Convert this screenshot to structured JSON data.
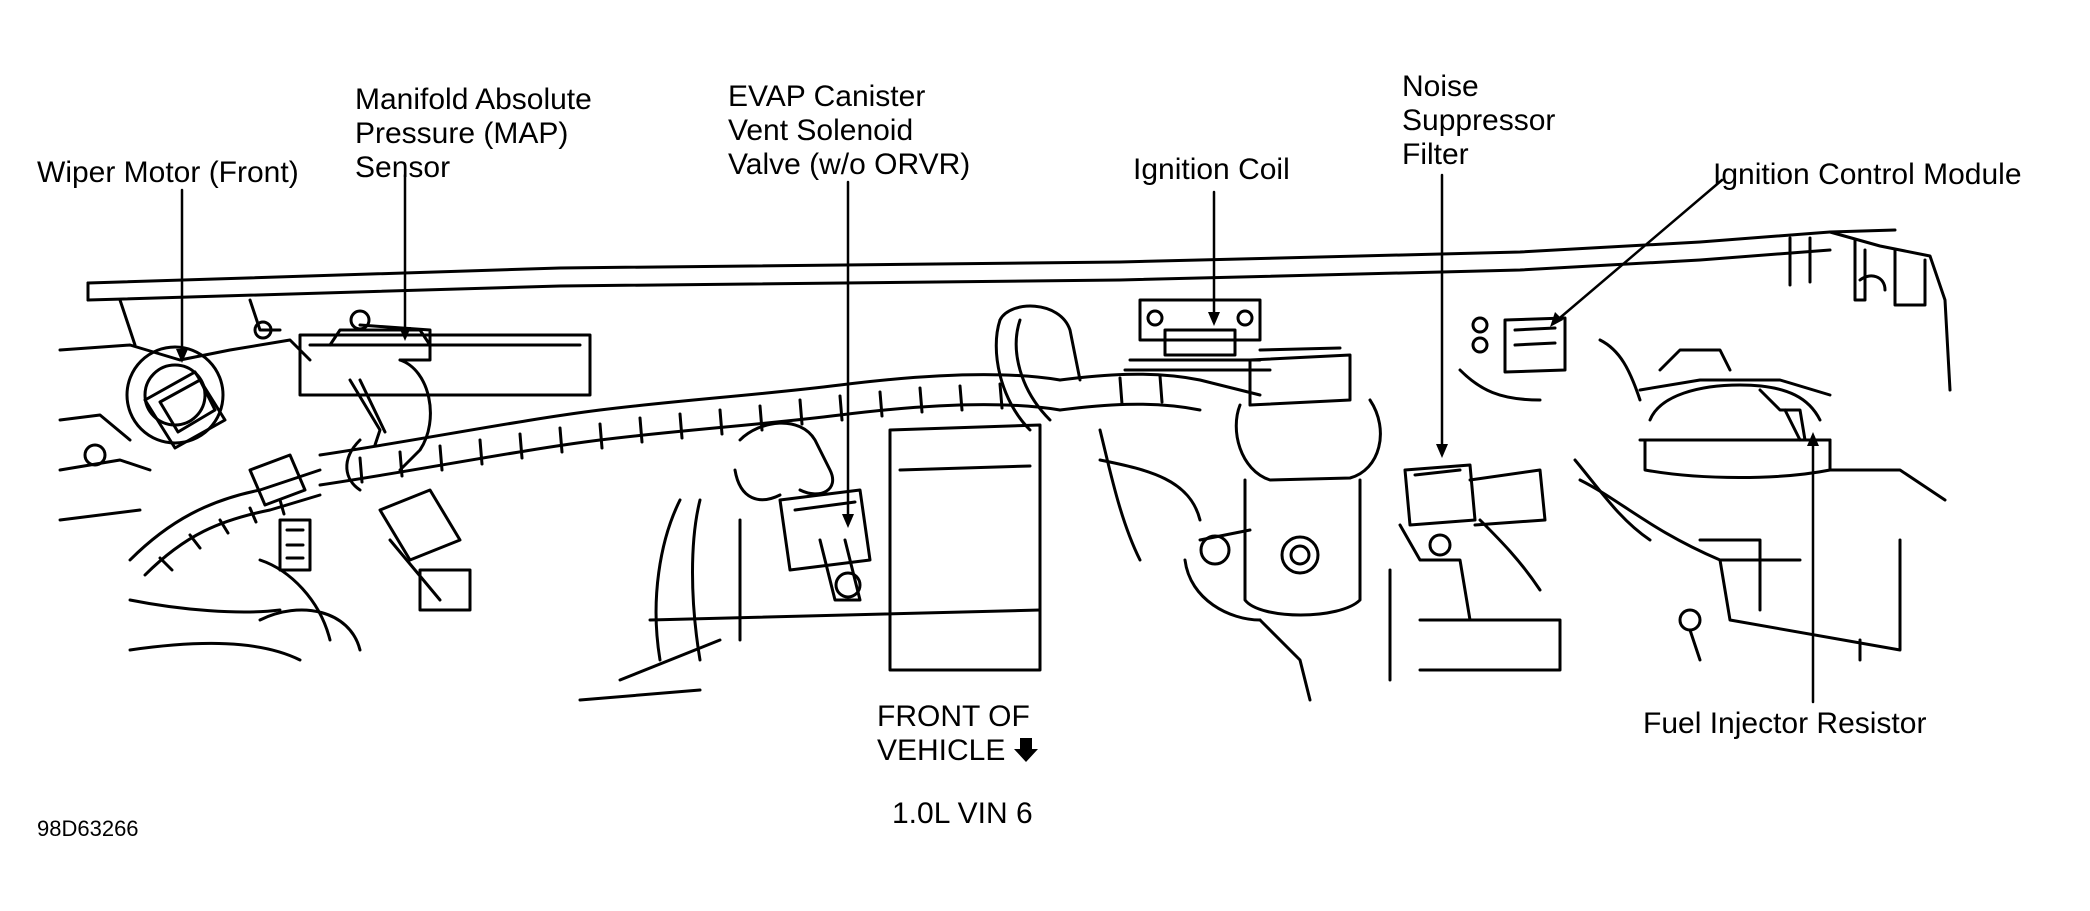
{
  "labels": {
    "wiper_motor": "Wiper Motor (Front)",
    "map_sensor": [
      "Manifold Absolute",
      "Pressure (MAP)",
      "Sensor"
    ],
    "evap_valve": [
      "EVAP Canister",
      "Vent Solenoid",
      "Valve (w/o ORVR)"
    ],
    "ignition_coil": "Ignition Coil",
    "noise_filter": [
      "Noise",
      "Suppressor",
      "Filter"
    ],
    "ignition_module": "Ignition Control Module",
    "fuel_injector_resistor": "Fuel Injector Resistor",
    "front_of_vehicle": [
      "FRONT OF",
      "VEHICLE"
    ],
    "engine": "1.0L VIN 6",
    "figure_code": "98D63266"
  },
  "icons": {
    "front_arrow": "down-arrow-icon"
  }
}
